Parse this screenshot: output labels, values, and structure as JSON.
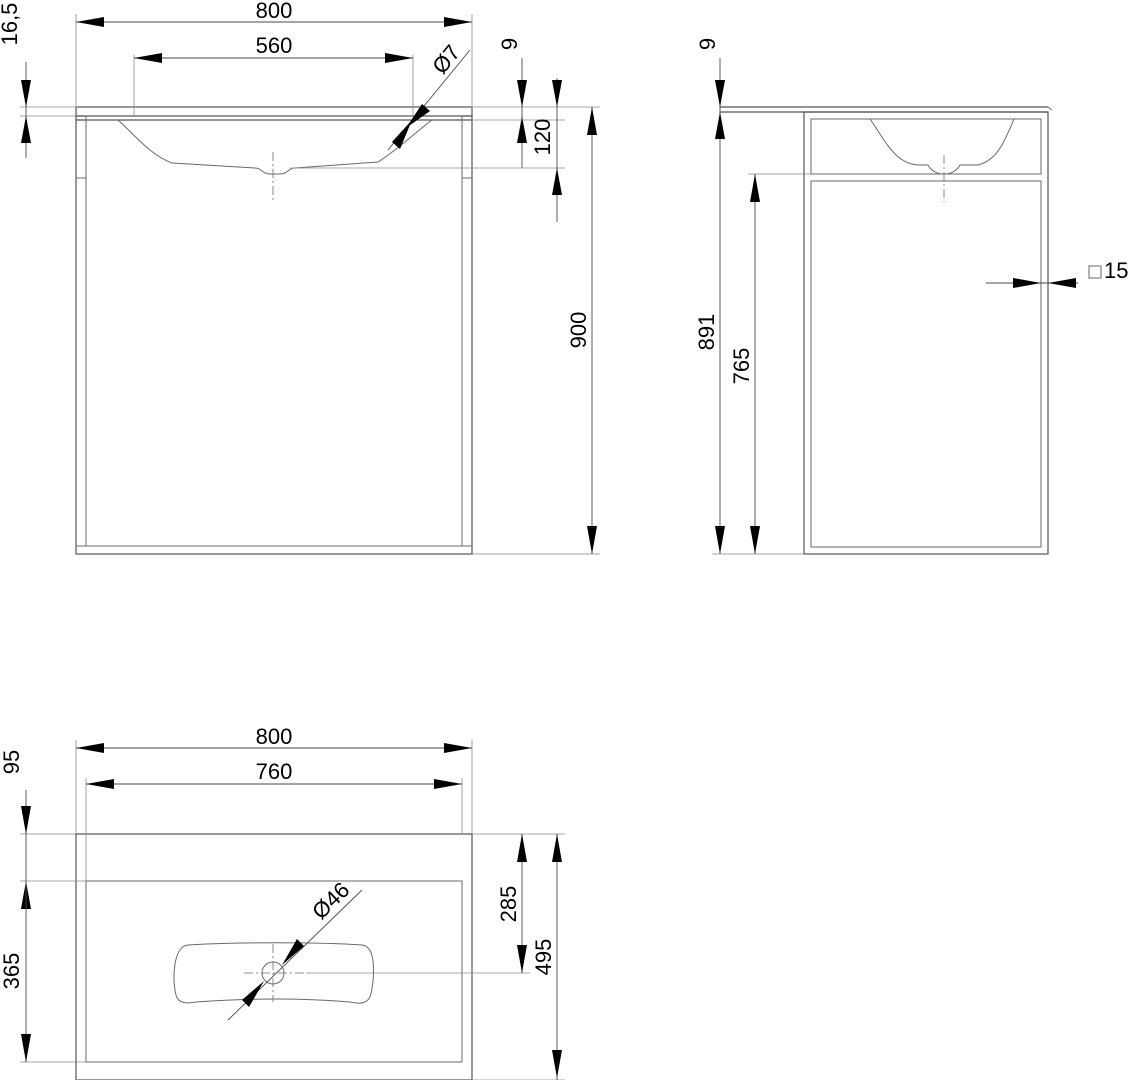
{
  "dimensions": {
    "front_width": "800",
    "front_bowl_width": "560",
    "front_drain": "Ø7",
    "front_top_thickness": "16,5",
    "front_top_gap": "9",
    "front_basin_depth": "120",
    "front_height": "900",
    "side_top_gap": "9",
    "side_height": "891",
    "side_frame_height": "765",
    "side_profile": "15",
    "plan_width": "800",
    "plan_inner_width": "760",
    "plan_back": "95",
    "plan_front": "365",
    "plan_drain_offset": "285",
    "plan_depth": "495",
    "plan_drain": "Ø46"
  },
  "colors": {
    "line": "#555555",
    "text": "#000000",
    "background": "#ffffff"
  }
}
